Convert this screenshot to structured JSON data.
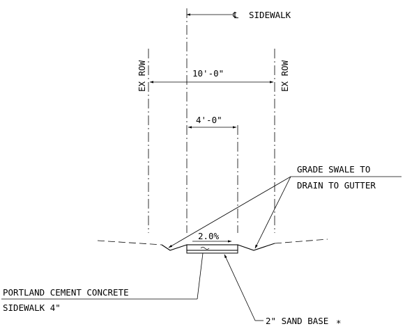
{
  "labels": {
    "sidewalk_cl_symbol": "℄",
    "sidewalk_cl_text": "SIDEWALK",
    "ex_row_left": "EX ROW",
    "ex_row_right": "EX ROW",
    "dim_overall": "10'-0\"",
    "dim_inner": "4'-0\"",
    "grade_swale_line1": "GRADE SWALE TO",
    "grade_swale_line2": "DRAIN TO GUTTER",
    "slope": "2.0%",
    "concrete_line1": "PORTLAND CEMENT CONCRETE",
    "concrete_line2": "SIDEWALK 4\"",
    "sand_base": "2\" SAND BASE",
    "asterisk": "*"
  }
}
